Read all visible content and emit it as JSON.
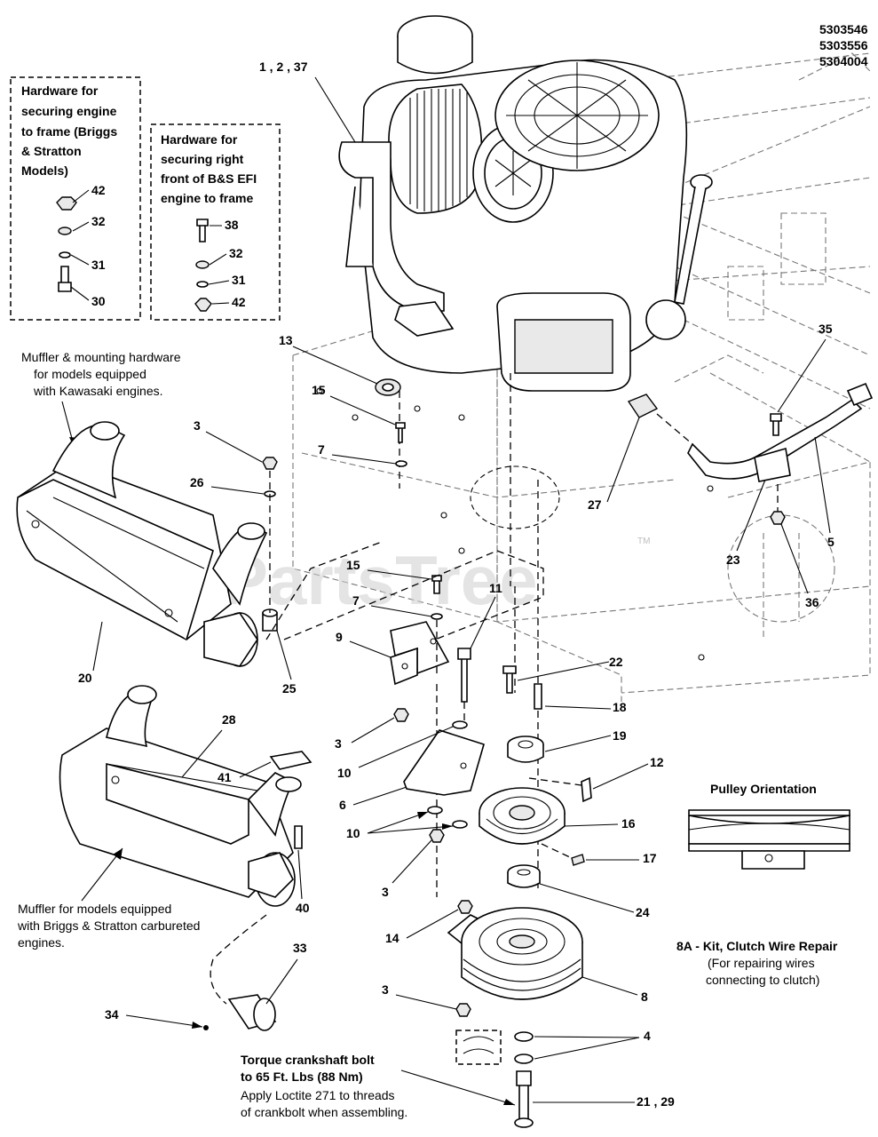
{
  "model_numbers": [
    "5303546",
    "5303556",
    "5304004"
  ],
  "watermark": {
    "text": "PartsTree",
    "tm": "TM"
  },
  "boxes": {
    "briggs_frame": {
      "title_lines": [
        "Hardware for",
        "securing engine",
        "to frame (Briggs",
        "& Stratton",
        "Models)"
      ],
      "items": [
        "42",
        "32",
        "31",
        "30"
      ]
    },
    "efi_frame": {
      "title_lines": [
        "Hardware for",
        "securing right",
        "front of B&S EFI",
        "engine to frame"
      ],
      "items": [
        "38",
        "32",
        "31",
        "42"
      ]
    }
  },
  "notes": {
    "kawasaki_muffler": [
      "Muffler & mounting hardware",
      "for models equipped",
      "with Kawasaki engines."
    ],
    "briggs_muffler": [
      "Muffler for models equipped",
      "with Briggs & Stratton carbureted",
      "engines."
    ],
    "torque_bold": [
      "Torque crankshaft bolt",
      "to 65 Ft. Lbs (88 Nm)"
    ],
    "torque_plain": [
      "Apply Loctite 271 to threads",
      "of crankbolt when assembling."
    ],
    "pulley_title": "Pulley Orientation",
    "kit_title": "8A - Kit, Clutch Wire Repair",
    "kit_sub": [
      "(For repairing wires",
      "connecting to clutch)"
    ]
  },
  "callouts": {
    "engine": "1 , 2 , 37",
    "c13": "13",
    "c15a": "15",
    "c7a": "7",
    "c3a": "3",
    "c26": "26",
    "c27": "27",
    "c35": "35",
    "c23": "23",
    "c5": "5",
    "c36": "36",
    "c15b": "15",
    "c7b": "7",
    "c11": "11",
    "c9": "9",
    "c20": "20",
    "c25": "25",
    "c22": "22",
    "c18": "18",
    "c3b": "3",
    "c19": "19",
    "c10a": "10",
    "c12": "12",
    "c6": "6",
    "c28": "28",
    "c41": "41",
    "c16": "16",
    "c10b": "10",
    "c17": "17",
    "c3c": "3",
    "c40": "40",
    "c24": "24",
    "c14": "14",
    "c33": "33",
    "c3d": "3",
    "c8": "8",
    "c34": "34",
    "c4": "4",
    "c2129": "21 , 29"
  }
}
